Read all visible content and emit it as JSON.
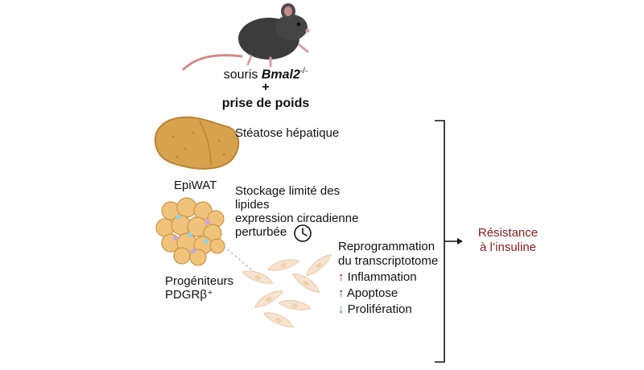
{
  "colors": {
    "accent_red": "#8b1a1a",
    "accent_blue": "#3a6ea5"
  },
  "header": {
    "mouse_prefix": "souris ",
    "gene": "Bmal2",
    "gene_superscript": "-/-",
    "plus": "+",
    "condition": "prise de poids"
  },
  "liver": {
    "label": "Stéatose hépatique",
    "icon": "liver-icon"
  },
  "epiwat": {
    "title": "EpiWAT",
    "icon": "adipose-tissue-icon",
    "lines": [
      "Stockage limité des",
      "lipides",
      "expression circadienne",
      "perturbée"
    ],
    "clock_icon": "clock-icon"
  },
  "progenitors": {
    "lines": [
      "Progéniteurs",
      "PDGRβ⁺"
    ],
    "icon": "progenitor-cells-icon"
  },
  "reprogramming": {
    "title_lines": [
      "Reprogrammation",
      "du transcriptotome"
    ],
    "items": [
      {
        "arrow": "↑",
        "label": "Inflammation"
      },
      {
        "arrow": "↑",
        "label": "Apoptose"
      },
      {
        "arrow": "↓",
        "label": "Prolifération"
      }
    ]
  },
  "outcome": {
    "lines": [
      "Résistance",
      "à l’insuline"
    ]
  }
}
